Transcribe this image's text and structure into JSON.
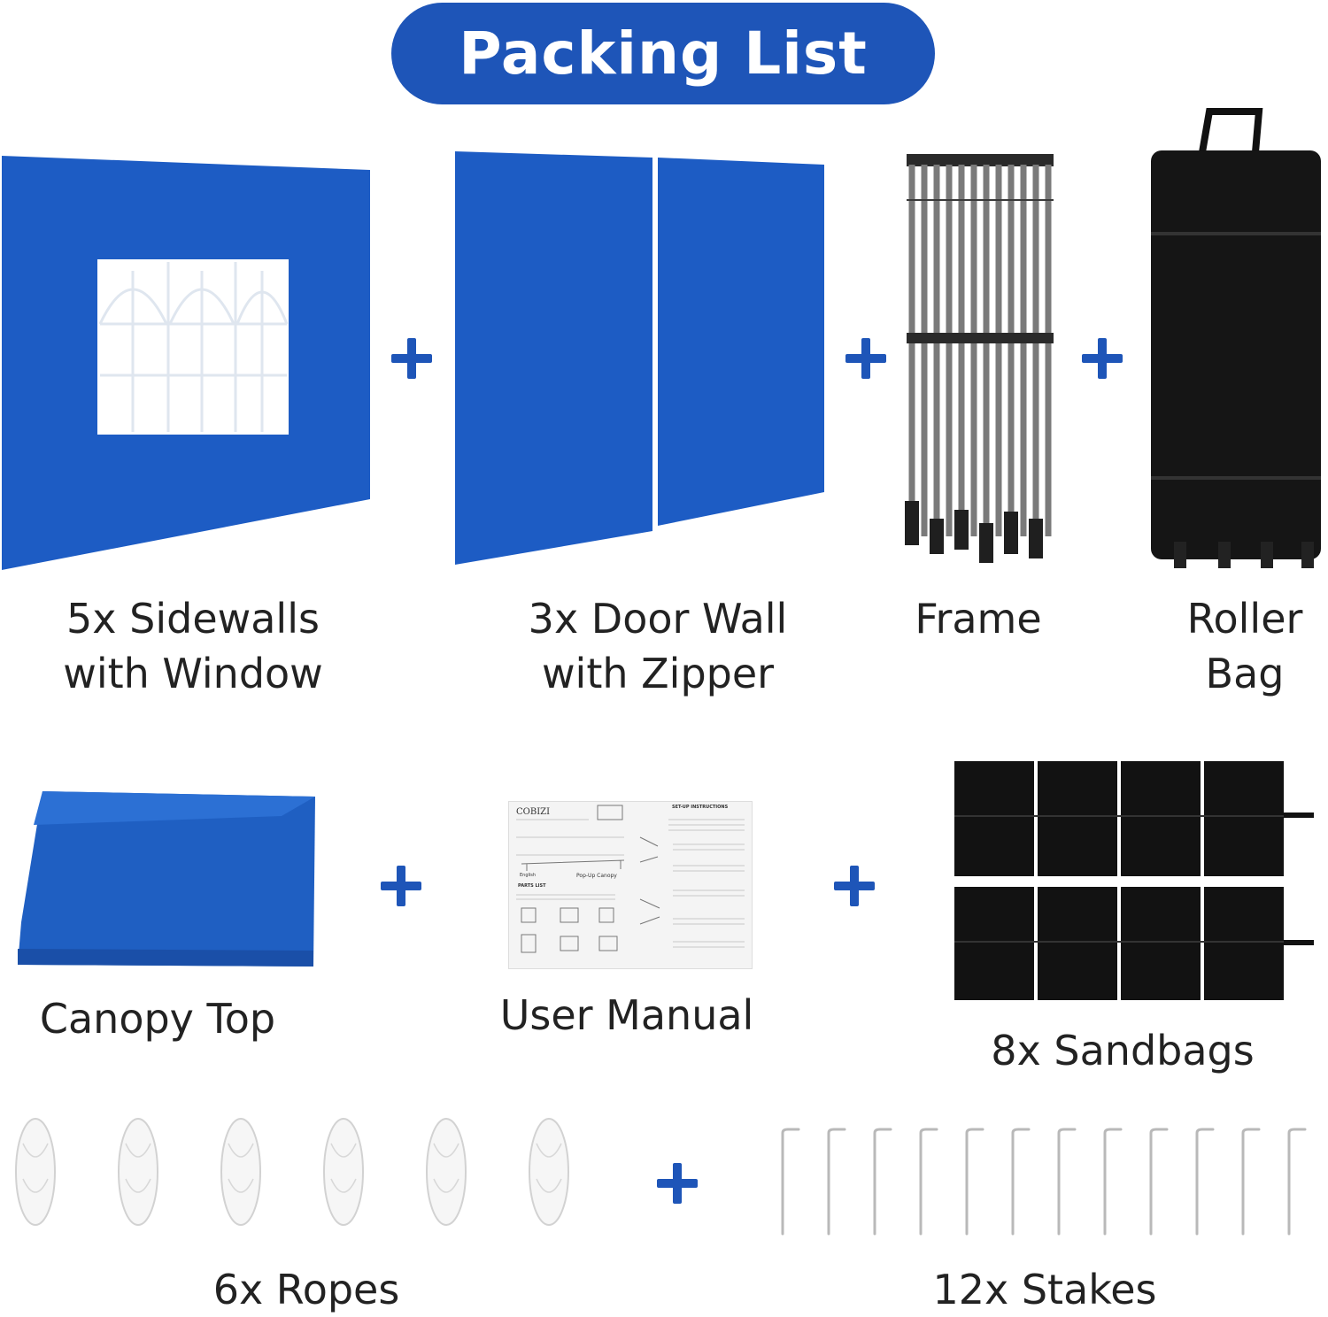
{
  "title": "Packing List",
  "colors": {
    "brand_blue": "#1e55b8",
    "panel_blue": "#1d5cc4",
    "bag_black": "#111111"
  },
  "items": {
    "sidewalls": {
      "line1": "5x Sidewalls",
      "line2": "with Window"
    },
    "door_wall": {
      "line1": "3x Door Wall",
      "line2": "with Zipper"
    },
    "frame": {
      "line1": "Frame"
    },
    "roller_bag": {
      "line1": "Roller",
      "line2": "Bag"
    },
    "canopy_top": {
      "line1": "Canopy Top"
    },
    "user_manual": {
      "line1": "User Manual",
      "brand": "COBIZI",
      "heading": "SET-UP INSTRUCTIONS",
      "product": "Pop-Up Canopy",
      "language": "English",
      "parts": "PARTS LIST"
    },
    "sandbags": {
      "line1": "8x Sandbags"
    },
    "ropes": {
      "line1": "6x Ropes"
    },
    "stakes": {
      "line1": "12x Stakes"
    }
  }
}
